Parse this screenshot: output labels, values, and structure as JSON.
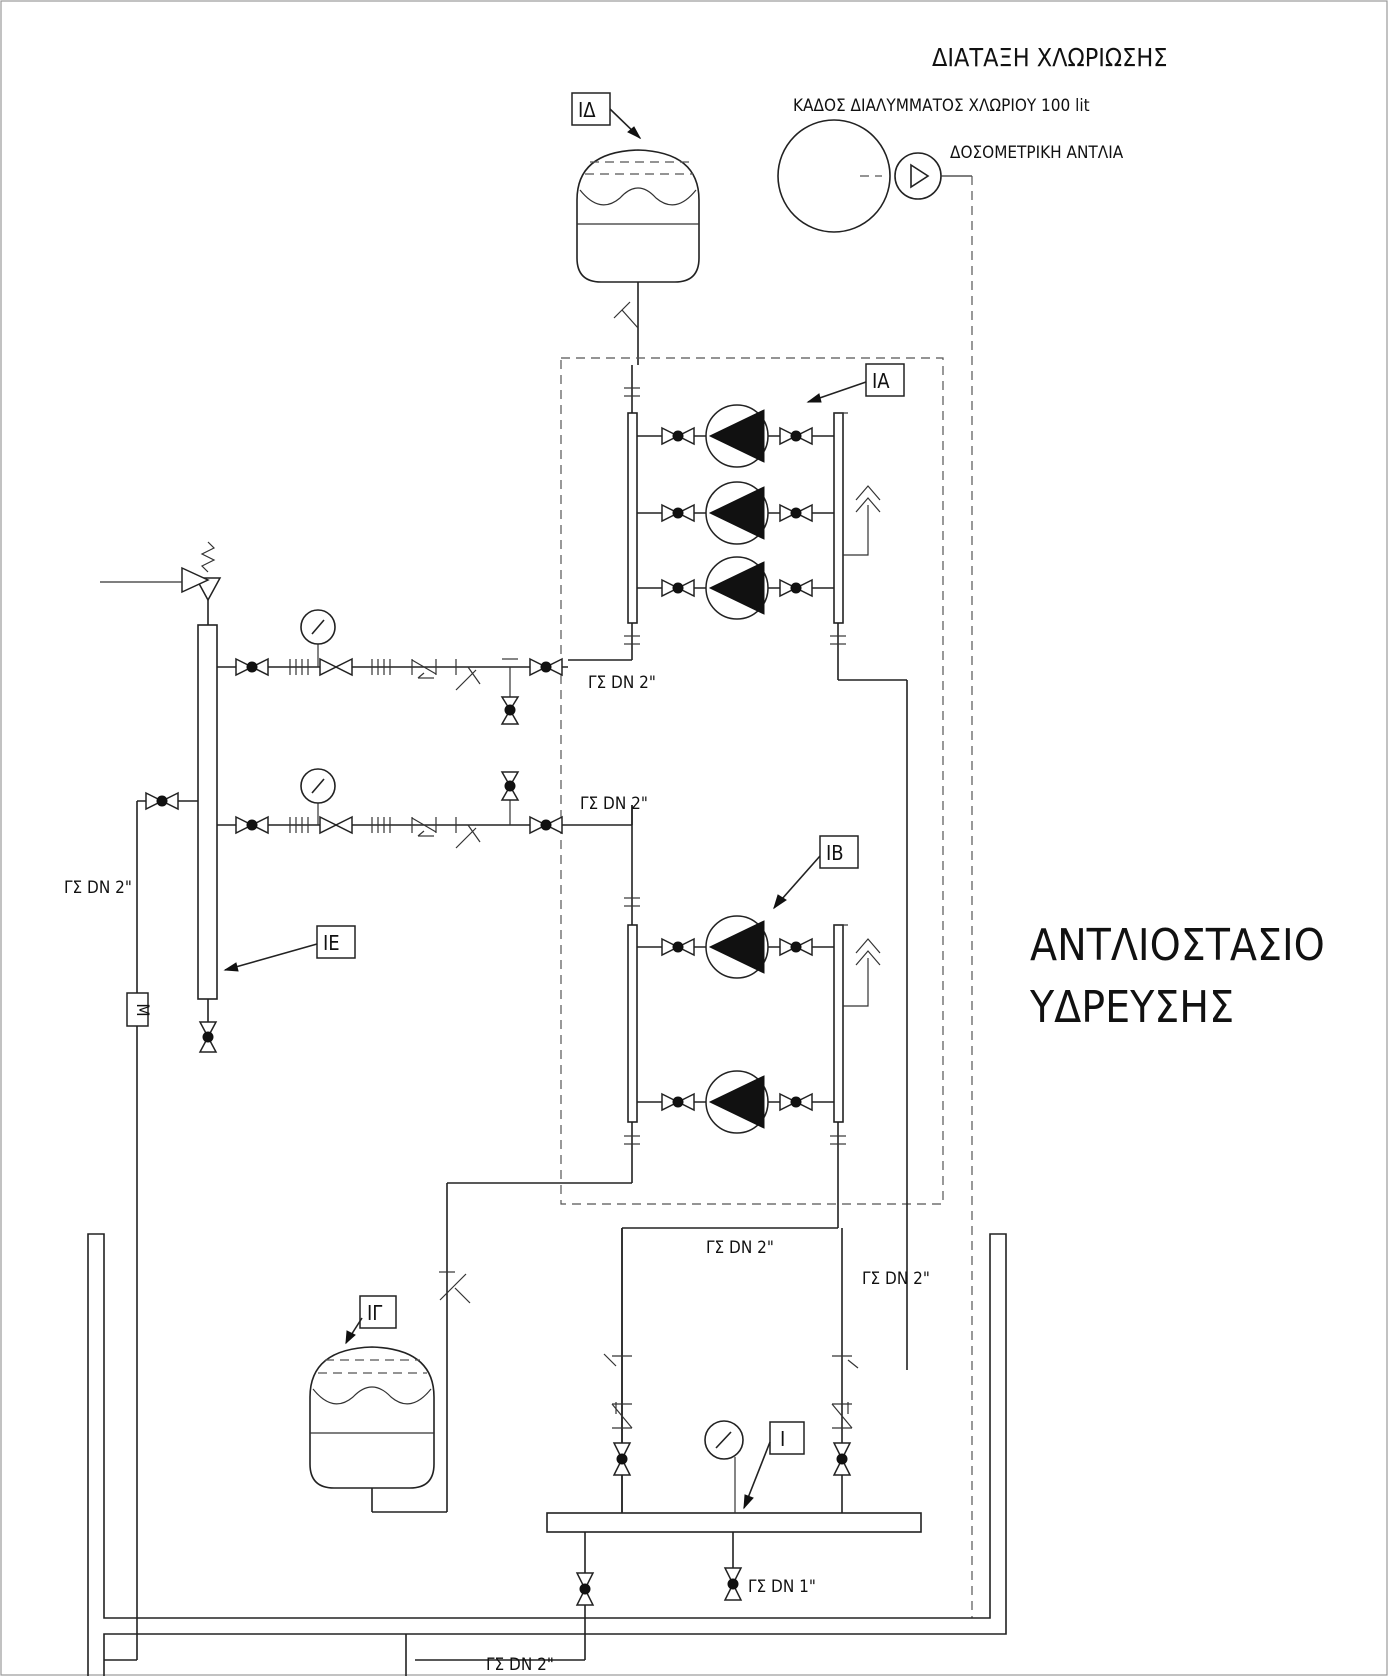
{
  "diagram": {
    "chlorination_title": "ΔΙΑΤΑΞΗ ΧΛΩΡΙΩΣΗΣ",
    "tank_label": "ΚΑΔΟΣ ΔΙΑΛΥΜΜΑΤΟΣ ΧΛΩΡΙΟΥ 100 lit",
    "pump_label": "ΔΟΣΟΜΕΤΡΙΚΗ ΑΝΤΛΙΑ",
    "station_line1": "ΑΝΤΛΙΟΣΤΑΣΙΟ",
    "station_line2": "ΥΔΡΕΥΣΗΣ",
    "tags": {
      "ID": "ΙΔ",
      "IA": "ΙΑ",
      "IB": "ΙΒ",
      "IE": "ΙΕ",
      "IG": "ΙΓ",
      "I": "Ι",
      "M": "Μ"
    },
    "pipes": {
      "upper_branch": "ΓΣ DN 2\"",
      "lower_branch": "ΓΣ DN 2\"",
      "left_riser": "ΓΣ DN 2\"",
      "suction_left": "ΓΣ DN 2\"",
      "suction_right": "ΓΣ DN 2\"",
      "drain": "ΓΣ DN 1\"",
      "bottom": "ΓΣ DN 2\""
    }
  }
}
